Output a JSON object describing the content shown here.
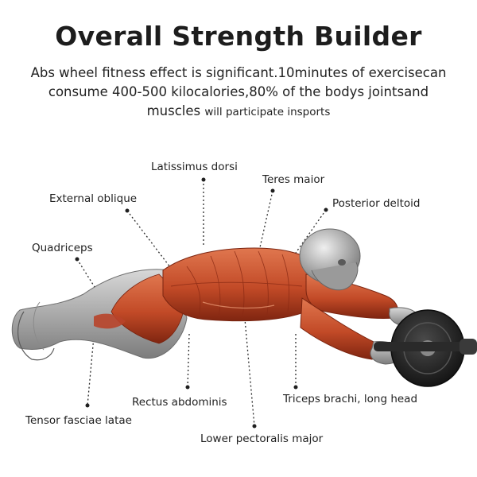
{
  "title": "Overall Strength Builder",
  "subtitle": {
    "line1": "Abs wheel fitness effect is significant.10minutes of exercisecan",
    "line2": "consume 400-500 kilocalories,80% of the bodys jointsand",
    "line3_main": "muscles",
    "line3_small": "will participate insports"
  },
  "muscles": {
    "latissimus_dorsi": "Latissimus dorsi",
    "teres_maior": "Teres maior",
    "external_oblique": "External oblique",
    "posterior_deltoid": "Posterior deltoid",
    "quadriceps": "Quadriceps",
    "rectus_abdominis": "Rectus abdominis",
    "triceps_brachi": "Triceps brachi, long head",
    "tensor_fasciae_latae": "Tensor fasciae latae",
    "lower_pectoralis_major": "Lower pectoralis major"
  },
  "colors": {
    "muscle": "#c8502e",
    "muscle_dark": "#8e2b14",
    "skin_gray": "#a9a9a9",
    "wheel": "#2b2b2b",
    "leader_line": "#2a2a2a"
  }
}
